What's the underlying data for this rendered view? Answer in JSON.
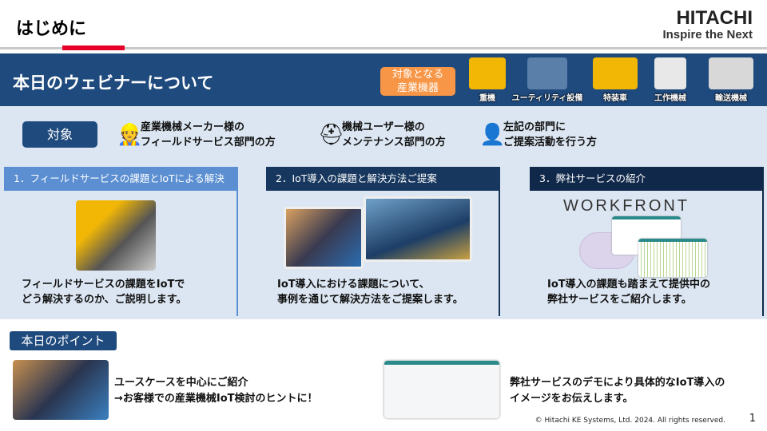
{
  "header": {
    "title": "はじめに",
    "logo_brand": "HITACHI",
    "logo_tagline": "Inspire the Next"
  },
  "band": {
    "title": "本日のウェビナーについて",
    "tag_line1": "対象となる",
    "tag_line2": "産業機器",
    "equipment": [
      {
        "label": "重機",
        "color": "#f2b705"
      },
      {
        "label": "ユーティリティ設備",
        "color": "#5a7fa8"
      },
      {
        "label": "特装車",
        "color": "#f2b705"
      },
      {
        "label": "工作機械",
        "color": "#e8e8e8"
      },
      {
        "label": "輸送機械",
        "color": "#d8d8d8"
      }
    ]
  },
  "audience": {
    "label": "対象",
    "items": [
      {
        "icon": "maintenance-worker-icon",
        "line1": "産業機械メーカー様の",
        "line2": "フィールドサービス部門の方"
      },
      {
        "icon": "helmet-worker-icon",
        "line1": "機械ユーザー様の",
        "line2": "メンテナンス部門の方"
      },
      {
        "icon": "businessman-icon",
        "line1": "左記の部門に",
        "line2": "ご提案活動を行う方"
      }
    ]
  },
  "sections": [
    {
      "header": "1．フィールドサービスの課題とIoTによる解決",
      "line1": "フィールドサービスの課題をIoTで",
      "line2": "どう解決するのか、ご説明します。",
      "color": "#5b8fd2"
    },
    {
      "header": "2．IoT導入の課題と解決方法ご提案",
      "line1": "IoT導入における課題について、",
      "line2": "事例を通じて解決方法をご提案します。",
      "color": "#17375e"
    },
    {
      "header": "3．弊社サービスの紹介",
      "line1": "IoT導入の課題も踏まえて提供中の",
      "line2": "弊社サービスをご紹介します。",
      "color": "#10284a",
      "brand": "WORKFRONT"
    }
  ],
  "points": {
    "label": "本日のポイント",
    "left_line1": "ユースケースを中心にご紹介",
    "left_line2": "→お客様での産業機械IoT検討のヒントに！",
    "right_line1": "弊社サービスのデモにより具体的なIoT導入の",
    "right_line2": "イメージをお伝えします。"
  },
  "footer": {
    "copyright": "© Hitachi KE Systems, Ltd. 2024. All rights reserved.",
    "page": "1"
  }
}
